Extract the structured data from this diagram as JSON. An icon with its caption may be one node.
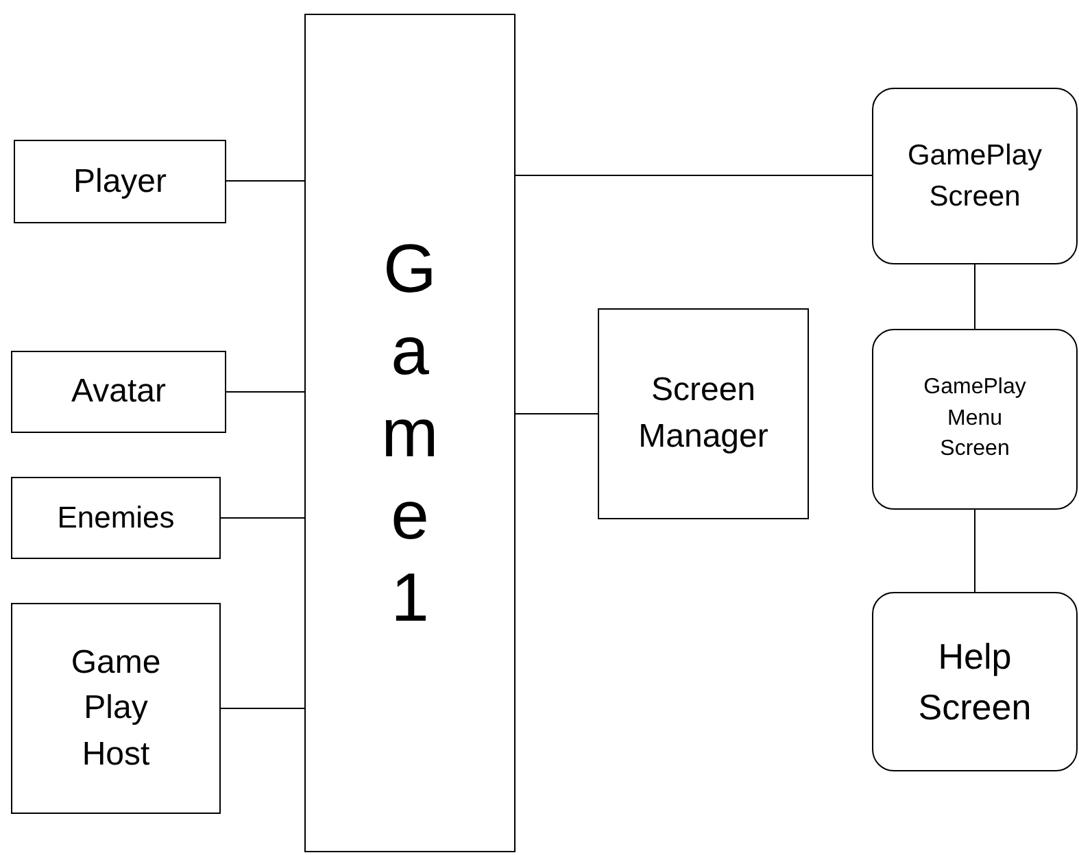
{
  "diagram": {
    "nodes": [
      {
        "text": [
          "Player"
        ]
      },
      {
        "text": [
          "Avatar"
        ]
      },
      {
        "text": [
          "Enemies"
        ]
      },
      {
        "text": [
          "Game Play Host"
        ]
      },
      {
        "text": [
          "Game 1"
        ]
      },
      {
        "text": [
          "Screen Manager"
        ]
      },
      {
        "text": [
          "GamePlay Screen"
        ]
      },
      {
        "text": [
          "GamePlay Menu Screen"
        ]
      },
      {
        "text": [
          "Help Screen"
        ]
      }
    ],
    "edges": [
      {
        "from": 0,
        "to": 4,
        "arrow": "none"
      },
      {
        "from": 1,
        "to": 4,
        "arrow": "none"
      },
      {
        "from": 2,
        "to": 4,
        "arrow": "none"
      },
      {
        "from": 3,
        "to": 4,
        "arrow": "none"
      },
      {
        "from": 4,
        "to": 6,
        "arrow": "none"
      },
      {
        "from": 4,
        "to": 5,
        "arrow": "none"
      },
      {
        "from": 6,
        "to": 7,
        "arrow": "none"
      },
      {
        "from": 7,
        "to": 8,
        "arrow": "none"
      }
    ]
  }
}
